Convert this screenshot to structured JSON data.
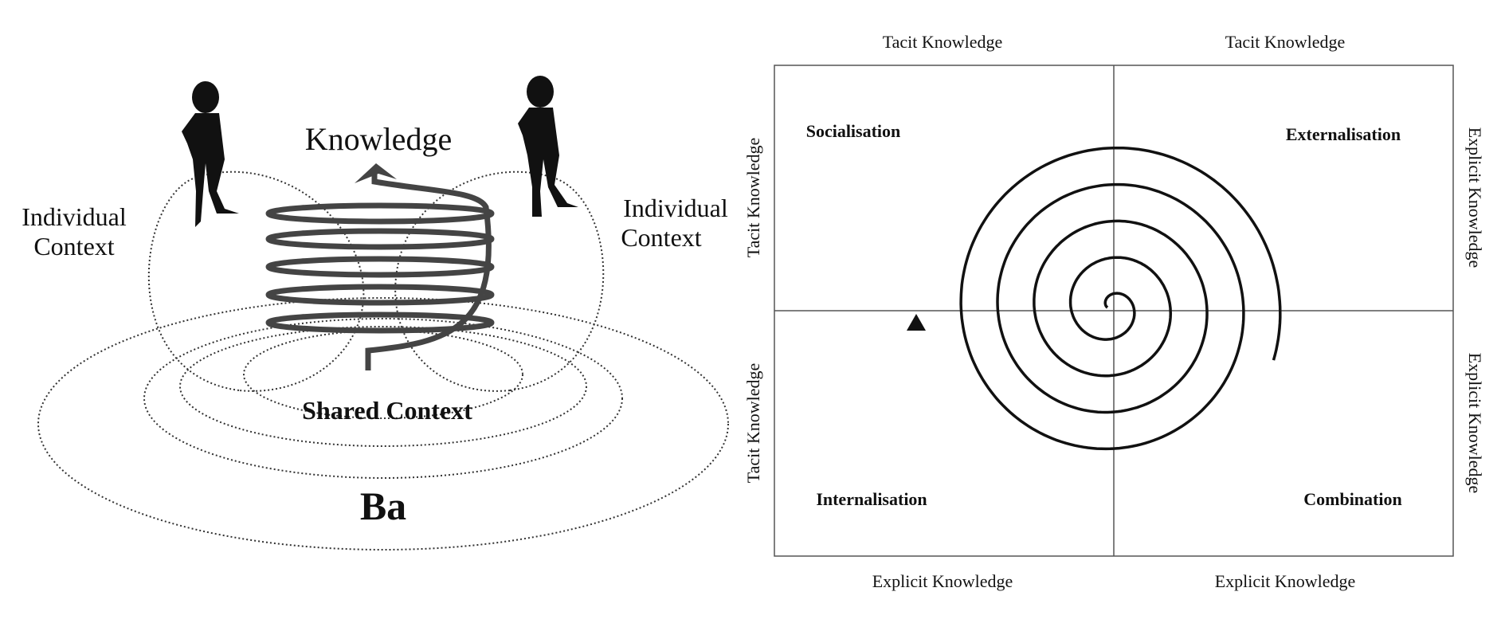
{
  "left_diagram": {
    "knowledge": "Knowledge",
    "individual_context_left": [
      "Individual",
      "Context"
    ],
    "individual_context_right": [
      "Individual",
      "Context"
    ],
    "shared_context": "Shared Context",
    "ba": "Ba"
  },
  "seci_model": {
    "top_labels": [
      "Tacit Knowledge",
      "Tacit Knowledge"
    ],
    "bottom_labels": [
      "Explicit Knowledge",
      "Explicit Knowledge"
    ],
    "left_labels": [
      "Tacit Knowledge",
      "Tacit Knowledge"
    ],
    "right_labels": [
      "Explicit Knowledge",
      "Explicit Knowledge"
    ],
    "quadrants": {
      "socialisation": "Socialisation",
      "externalisation": "Externalisation",
      "internalisation": "Internalisation",
      "combination": "Combination"
    }
  }
}
